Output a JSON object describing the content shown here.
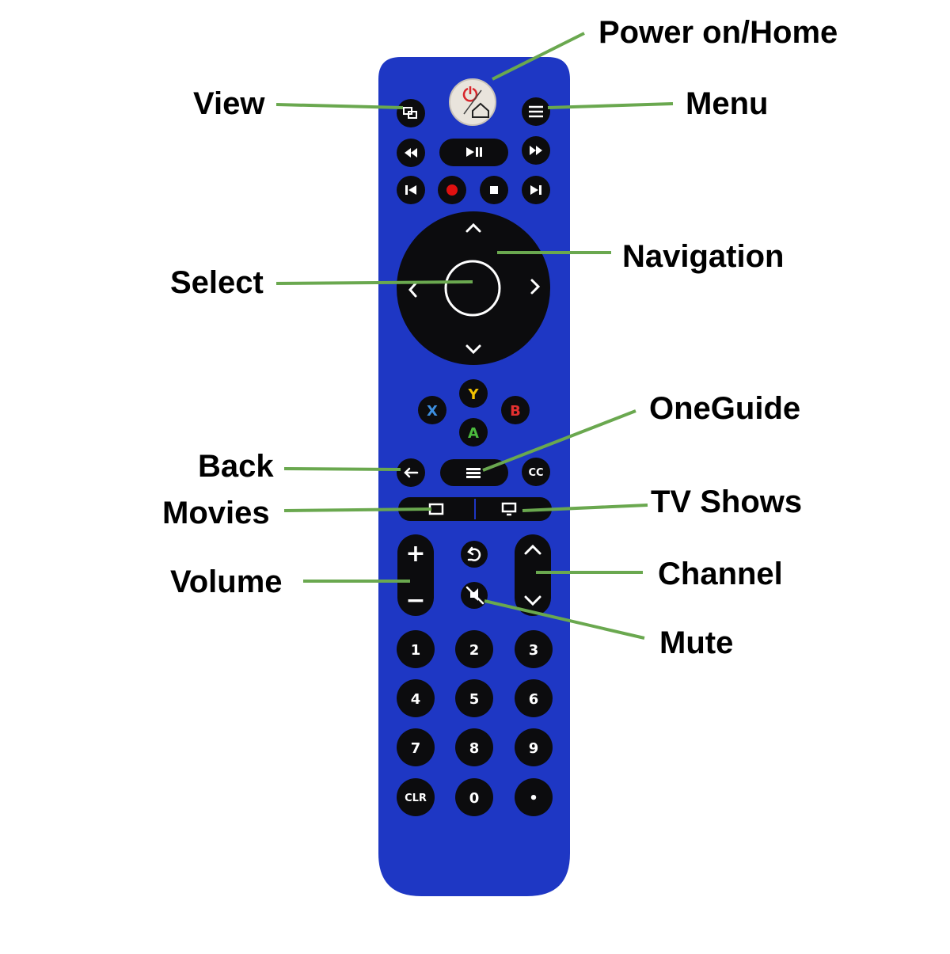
{
  "colors": {
    "remote_body": "#1e37c4",
    "button": "#0c0c0e",
    "leader_line": "#6aa84f",
    "x_button": "#3d8fe0",
    "y_button": "#f2c200",
    "b_button": "#e23030",
    "a_button": "#4cbc3e",
    "record": "#e01010"
  },
  "callouts": {
    "power_home": "Power on/Home",
    "view": "View",
    "menu": "Menu",
    "select": "Select",
    "navigation": "Navigation",
    "oneguide": "OneGuide",
    "back": "Back",
    "movies": "Movies",
    "tv_shows": "TV Shows",
    "volume": "Volume",
    "channel": "Channel",
    "mute": "Mute"
  },
  "buttons": {
    "face": {
      "x": "X",
      "y": "Y",
      "a": "A",
      "b": "B"
    },
    "volume_up": "+",
    "volume_down": "−",
    "cc": "CC",
    "keypad": [
      "1",
      "2",
      "3",
      "4",
      "5",
      "6",
      "7",
      "8",
      "9",
      "CLR",
      "0",
      "•"
    ]
  },
  "icons": [
    "power-home-icon",
    "view-icon",
    "menu-icon",
    "rewind-icon",
    "play-pause-icon",
    "fast-forward-icon",
    "skip-back-icon",
    "record-icon",
    "stop-icon",
    "skip-forward-icon",
    "chevron-up-icon",
    "chevron-down-icon",
    "chevron-left-icon",
    "chevron-right-icon",
    "back-arrow-icon",
    "oneguide-icon",
    "movies-icon",
    "tv-shows-icon",
    "last-channel-icon",
    "mute-icon"
  ]
}
